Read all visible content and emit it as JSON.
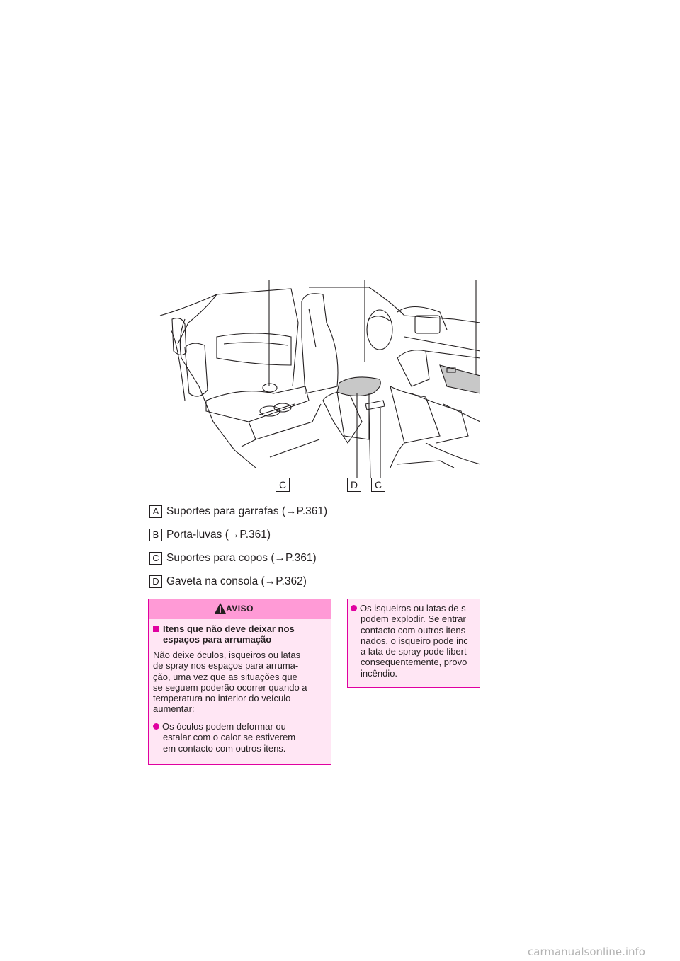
{
  "figure": {
    "callouts": [
      "C",
      "D",
      "C"
    ]
  },
  "legend": [
    {
      "badge": "A",
      "text": "Suportes para garrafas (→P.361)"
    },
    {
      "badge": "B",
      "text": "Porta-luvas (→P.361)"
    },
    {
      "badge": "C",
      "text": "Suportes para copos (→P.361)"
    },
    {
      "badge": "D",
      "text": "Gaveta na consola (→P.362)"
    }
  ],
  "warning": {
    "title": "AVISO",
    "subtitle_line1": "Itens que não deve deixar nos",
    "subtitle_line2": "espaços para arrumação",
    "para_lines": [
      "Não deixe óculos, isqueiros ou latas",
      "de spray nos espaços para arruma-",
      "ção, uma vez que as situações que",
      "se seguem poderão ocorrer quando a",
      "temperatura no interior do veículo",
      "aumentar:"
    ],
    "bullet1_lines": [
      "Os óculos podem deformar ou",
      "estalar com o calor se estiverem",
      "em contacto com outros itens."
    ]
  },
  "warning_continued": {
    "bullet_lines": [
      "Os isqueiros ou latas de s",
      "podem explodir. Se entrar",
      "contacto com outros itens",
      "nados, o isqueiro pode inc",
      "a lata de spray pode libert",
      "consequentemente, provo",
      "incêndio."
    ]
  },
  "watermark": "carmanualsonline.info"
}
